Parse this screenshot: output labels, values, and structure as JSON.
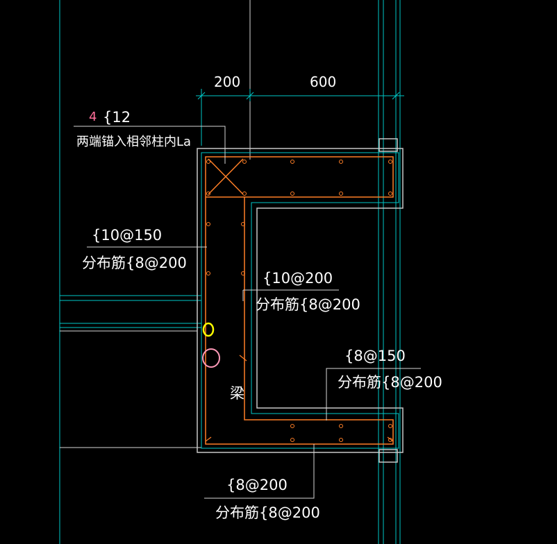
{
  "drawing": {
    "dimensions": {
      "left": "200",
      "right": "600"
    },
    "top_rebar": {
      "count_mark": "4",
      "spec": "{12",
      "anchor_note": "两端锚入相邻柱内La"
    },
    "left_wall": {
      "main": "{10@150",
      "dist": "分布筋{8@200"
    },
    "inner_wall": {
      "main": "{10@200",
      "dist": "分布筋{8@200"
    },
    "right_slab": {
      "main": "{8@150",
      "dist": "分布筋{8@200"
    },
    "bottom_slab": {
      "main": "{8@200",
      "dist": "分布筋{8@200"
    },
    "beam_label": "梁",
    "colors": {
      "background": "#000000",
      "axis": "#00c8c8",
      "outline": "#c8c8c8",
      "rebar": "#ff7f27",
      "highlight_yellow": "#ffff00",
      "highlight_pink": "#ff9ab8",
      "text": "#ffffff"
    }
  }
}
